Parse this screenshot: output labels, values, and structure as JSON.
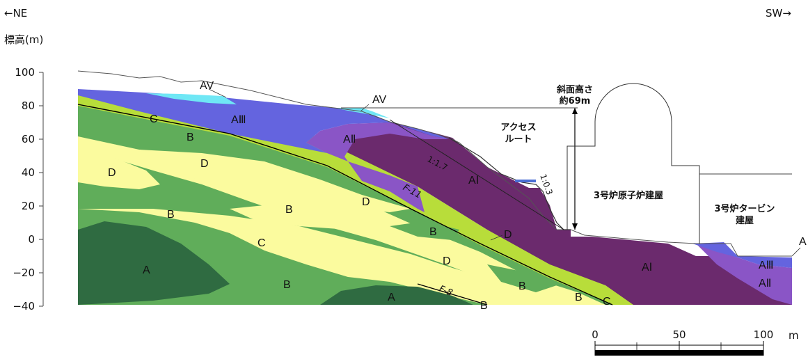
{
  "direction": {
    "left": "←NE",
    "right": "SW→"
  },
  "y_axis": {
    "title": "標高(m)",
    "ticks": [
      "100",
      "80",
      "60",
      "40",
      "20",
      "0",
      "−20",
      "−40"
    ]
  },
  "colors": {
    "AV": "#6fe7f5",
    "AIII": "#6464df",
    "AII": "#8a55c6",
    "AI": "#6b2a6d",
    "C": "#b8dd3a",
    "B": "#60ad5a",
    "A": "#2f6b41",
    "D": "#fbfb9e"
  },
  "rock_labels": {
    "av1": "AV",
    "av2": "AV",
    "aiii_main": "AⅢ",
    "aii_main": "AⅡ",
    "ai_main": "AⅠ",
    "ai_lower": "AⅠ",
    "aiii_right": "AⅢ",
    "aii_right": "AⅡ",
    "a_right": "A",
    "c1": "C",
    "c2": "C",
    "c3": "C",
    "b1": "B",
    "b2": "B",
    "b3": "B",
    "b4": "B",
    "b5": "B",
    "b6": "B",
    "b7": "B",
    "b8": "B",
    "d1": "D",
    "d2": "D",
    "d3": "D",
    "d4": "D",
    "d5": "D",
    "a1": "A",
    "a2": "A"
  },
  "faults": {
    "f11": "F-11",
    "f8": "F-8"
  },
  "slope_labels": {
    "gradient_main": "1:1.7",
    "gradient_cut": "1:0.3"
  },
  "annotations": {
    "slope_height_1": "斜面高さ",
    "slope_height_2": "約69m",
    "access_route_1": "アクセス",
    "access_route_2": "ルート",
    "reactor_building": "3号炉原子炉建屋",
    "turbine_building_1": "3号炉タービン",
    "turbine_building_2": "建屋"
  },
  "scale_bar": {
    "ticks": [
      "0",
      "50",
      "100"
    ],
    "unit": "m"
  }
}
